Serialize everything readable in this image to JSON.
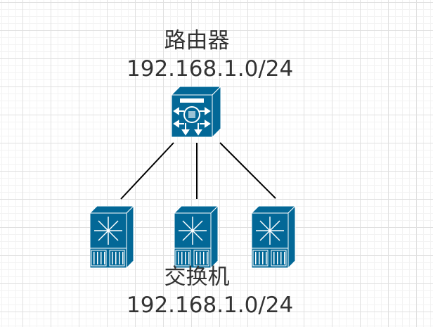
{
  "router": {
    "name": "路由器",
    "network": "192.168.1.0/24"
  },
  "switches": {
    "name": "交换机",
    "network": "192.168.1.0/24",
    "count": 3
  },
  "colors": {
    "device": "#036897",
    "link": "#000000",
    "text": "#333333"
  }
}
